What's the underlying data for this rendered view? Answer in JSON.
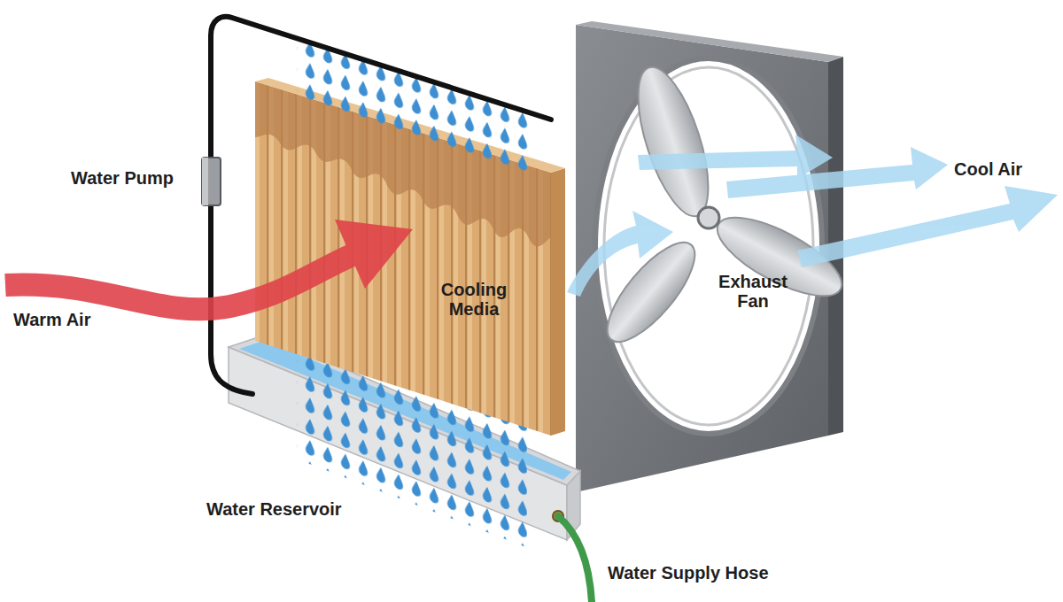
{
  "diagram": {
    "labels": [
      "Water Pump",
      "Cool Air",
      "Warm Air",
      "Cooling Media",
      "Exhaust Fan",
      "Water Reservoir",
      "Water Supply Hose"
    ]
  }
}
